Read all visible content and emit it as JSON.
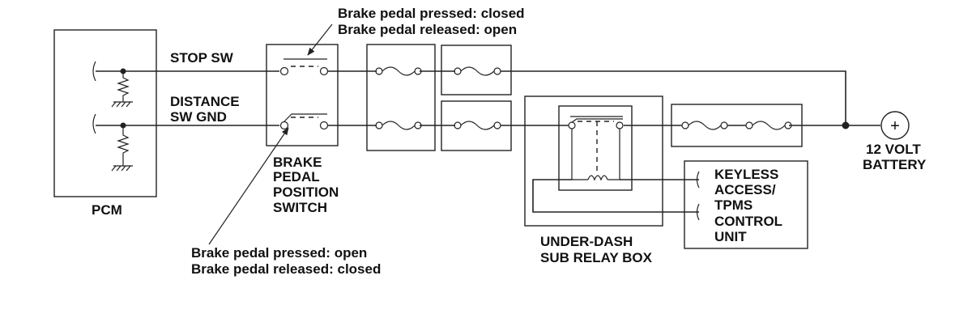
{
  "labels": {
    "pcm": "PCM",
    "stop_sw": "STOP SW",
    "distance_sw_gnd": [
      "DISTANCE",
      "SW GND"
    ],
    "bpp_switch": [
      "BRAKE",
      "PEDAL",
      "POSITION",
      "SWITCH"
    ],
    "under_dash": [
      "UNDER-DASH",
      "SUB RELAY BOX"
    ],
    "keyless": [
      "KEYLESS",
      "ACCESS/",
      "TPMS",
      "CONTROL",
      "UNIT"
    ],
    "battery": [
      "12 VOLT",
      "BATTERY"
    ],
    "battery_symbol": "+"
  },
  "annotations": {
    "top": [
      "Brake pedal pressed: closed",
      "Brake pedal released: open"
    ],
    "bottom": [
      "Brake pedal pressed: open",
      "Brake pedal released: closed"
    ]
  }
}
